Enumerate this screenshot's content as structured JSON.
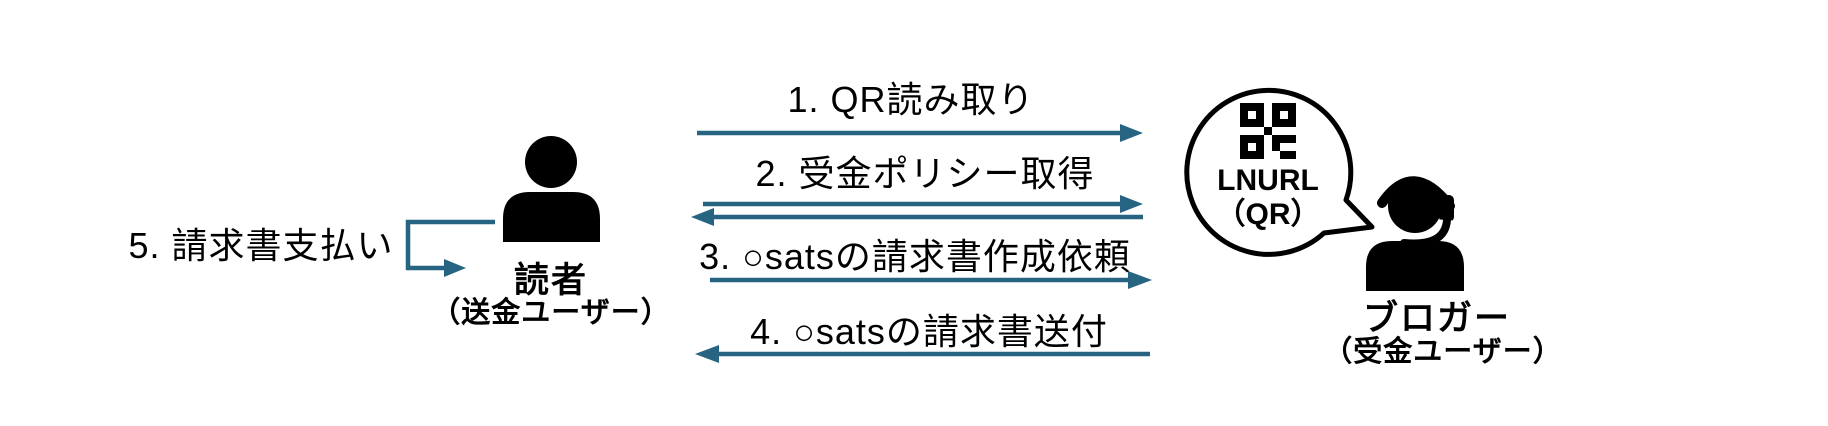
{
  "colors": {
    "arrow": "#266482",
    "icon": "#000000",
    "text": "#000000",
    "background": "#ffffff",
    "bubble_outline": "#000000"
  },
  "actors": {
    "reader": {
      "name": "読者",
      "role": "（送金ユーザー）",
      "icon": "person-icon"
    },
    "blogger": {
      "name": "ブロガー",
      "role": "（受金ユーザー）",
      "icon": "headset-person-icon"
    }
  },
  "speech_bubble": {
    "icon": "qr-code-icon",
    "line1": "LNURL",
    "line2": "（QR）"
  },
  "steps": [
    {
      "id": 1,
      "label": "1. QR読み取り",
      "from": "reader",
      "to": "blogger",
      "direction": "right"
    },
    {
      "id": 2,
      "label": "2. 受金ポリシー取得",
      "from": "reader",
      "to": "blogger",
      "direction": "both"
    },
    {
      "id": 3,
      "label": "3. ○satsの請求書作成依頼",
      "from": "reader",
      "to": "blogger",
      "direction": "right"
    },
    {
      "id": 4,
      "label": "4. ○satsの請求書送付",
      "from": "blogger",
      "to": "reader",
      "direction": "left"
    },
    {
      "id": 5,
      "label": "5. 請求書支払い",
      "from": "reader",
      "to": "reader",
      "direction": "self"
    }
  ]
}
